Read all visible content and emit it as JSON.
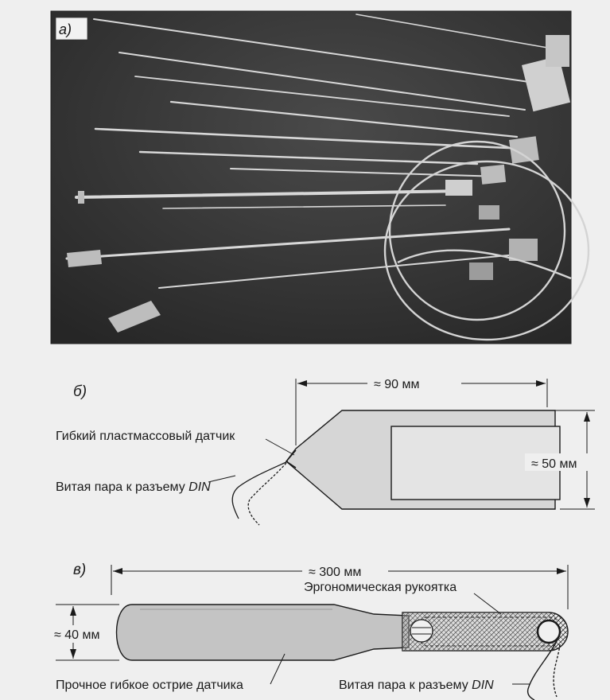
{
  "panels": {
    "a": {
      "letter": "а)"
    },
    "b": {
      "letter": "б)",
      "dim_width": "≈ 90 мм",
      "dim_height": "≈ 50 мм",
      "label_sensor": "Гибкий пластмассовый датчик",
      "label_pair": "Витая пара к разъему ",
      "label_pair_din": "DIN"
    },
    "c": {
      "letter": "в)",
      "dim_length": "≈ 300 мм",
      "dim_width": "≈ 40 мм",
      "label_handle": "Эргономическая рукоятка",
      "label_tip": "Прочное гибкое острие датчика",
      "label_pair": "Витая пара к разъему ",
      "label_pair_din": "DIN"
    }
  }
}
